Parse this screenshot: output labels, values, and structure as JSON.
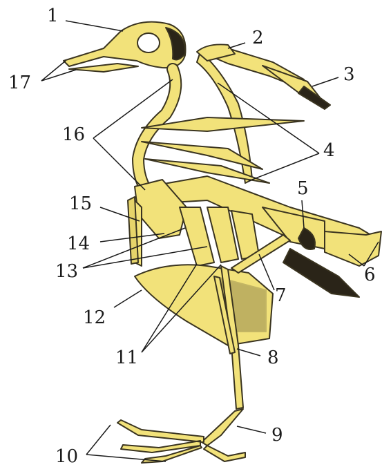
{
  "diagram": {
    "subject": "bird skeleton",
    "bone_color": "#f2e27a",
    "outline_color": "#3a3420",
    "leader_color": "#1a1a1a",
    "labels": [
      "1",
      "2",
      "3",
      "4",
      "5",
      "6",
      "7",
      "8",
      "9",
      "10",
      "11",
      "12",
      "13",
      "14",
      "15",
      "16",
      "17"
    ]
  }
}
